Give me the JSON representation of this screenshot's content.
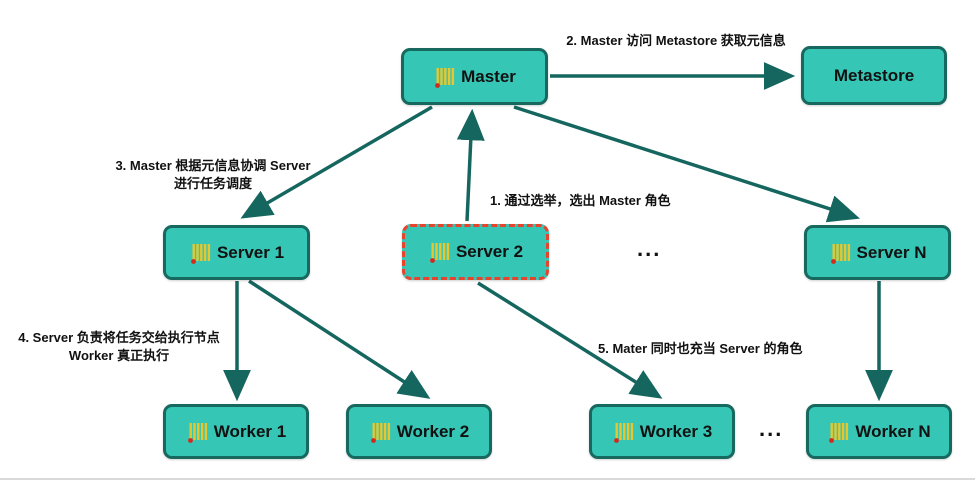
{
  "diagram": {
    "title": "Master / Server / Worker election architecture diagram",
    "nodes": {
      "master": {
        "label": "Master"
      },
      "metastore": {
        "label": "Metastore"
      },
      "server1": {
        "label": "Server 1"
      },
      "server2": {
        "label": "Server 2"
      },
      "serverN": {
        "label": "Server N"
      },
      "worker1": {
        "label": "Worker 1"
      },
      "worker2": {
        "label": "Worker 2"
      },
      "worker3": {
        "label": "Worker 3"
      },
      "workerN": {
        "label": "Worker N"
      }
    },
    "ellipsis_servers": "...",
    "ellipsis_workers": "...",
    "annotations": {
      "step1": "1. 通过选举，选出 Master 角色",
      "step2": "2. Master 访问 Metastore 获取元信息",
      "step3": "3. Master 根据元信息协调 Server 进行任务调度",
      "step4": "4. Server 负责将任务交给执行节点 Worker 真正执行",
      "step5": "5. Mater 同时也充当 Server 的角色"
    },
    "icons": {
      "node_icon": "database-bars-icon"
    },
    "colors": {
      "node_fill": "#35c6b5",
      "node_border": "#17695f",
      "arrow": "#15665f",
      "highlight_dashed_border": "#e8432d",
      "icon_bars_yellow": "#e7c72f",
      "icon_dot_red": "#d42a1e",
      "text": "#111111",
      "background": "#ffffff"
    }
  }
}
